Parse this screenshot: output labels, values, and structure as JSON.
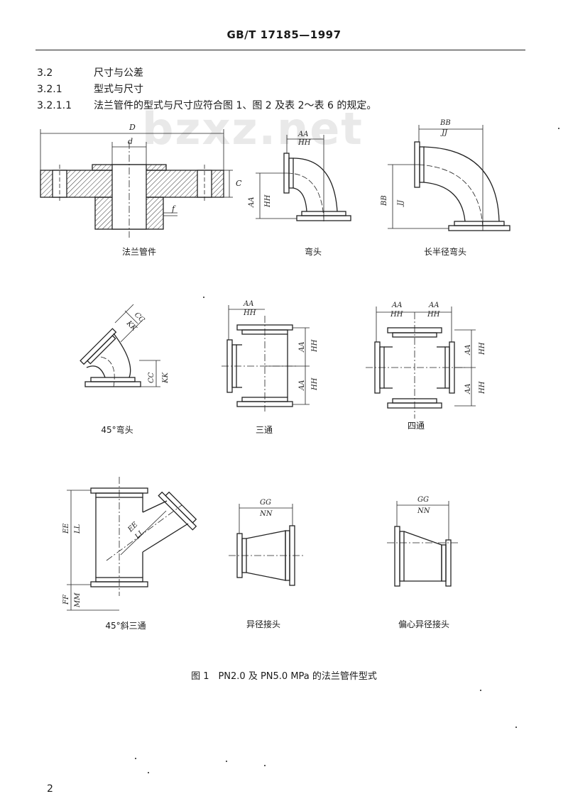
{
  "header": {
    "standard_code": "GB/T 17185—1997"
  },
  "watermark": "bzxz.net",
  "sections": [
    {
      "number": "3.2",
      "title": "尺寸与公差"
    },
    {
      "number": "3.2.1",
      "title": "型式与尺寸"
    },
    {
      "number": "3.2.1.1",
      "title": "法兰管件的型式与尺寸应符合图 1、图 2 及表 2～表 6 的规定。"
    }
  ],
  "figures": {
    "flange_fitting": {
      "caption": "法兰管件",
      "labels": {
        "D": "D",
        "d": "d",
        "C": "C",
        "f": "f"
      }
    },
    "elbow": {
      "caption": "弯头",
      "labels": {
        "top_1": "AA",
        "top_2": "HH",
        "side_1": "AA",
        "side_2": "HH"
      }
    },
    "long_radius_elbow": {
      "caption": "长半径弯头",
      "labels": {
        "top_1": "BB",
        "top_2": "JJ",
        "side_1": "BB",
        "side_2": "JJ"
      }
    },
    "elbow_45": {
      "caption": "45°弯头",
      "labels": {
        "diag_1": "CC",
        "diag_2": "KK",
        "side_1": "CC",
        "side_2": "KK"
      }
    },
    "tee": {
      "caption": "三通",
      "labels": {
        "top_1": "AA",
        "top_2": "HH",
        "r1a": "AA",
        "r1b": "HH",
        "r2a": "AA",
        "r2b": "HH"
      }
    },
    "cross": {
      "caption": "四通",
      "labels": {
        "t1a": "AA",
        "t1b": "HH",
        "t2a": "AA",
        "t2b": "HH",
        "r1a": "AA",
        "r1b": "HH",
        "r2a": "AA",
        "r2b": "HH"
      }
    },
    "lateral_tee_45": {
      "caption": "45°斜三通",
      "labels": {
        "left_1": "EE",
        "left_2": "LL",
        "diag_1": "EE",
        "diag_2": "LL",
        "bottom_1": "FF",
        "bottom_2": "MM"
      }
    },
    "reducer": {
      "caption": "异径接头",
      "labels": {
        "top_1": "GG",
        "top_2": "NN"
      }
    },
    "eccentric_reducer": {
      "caption": "偏心异径接头",
      "labels": {
        "top_1": "GG",
        "top_2": "NN"
      }
    }
  },
  "figure_caption": "图 1　PN2.0 及 PN5.0 MPa 的法兰管件型式",
  "page_number": "2"
}
